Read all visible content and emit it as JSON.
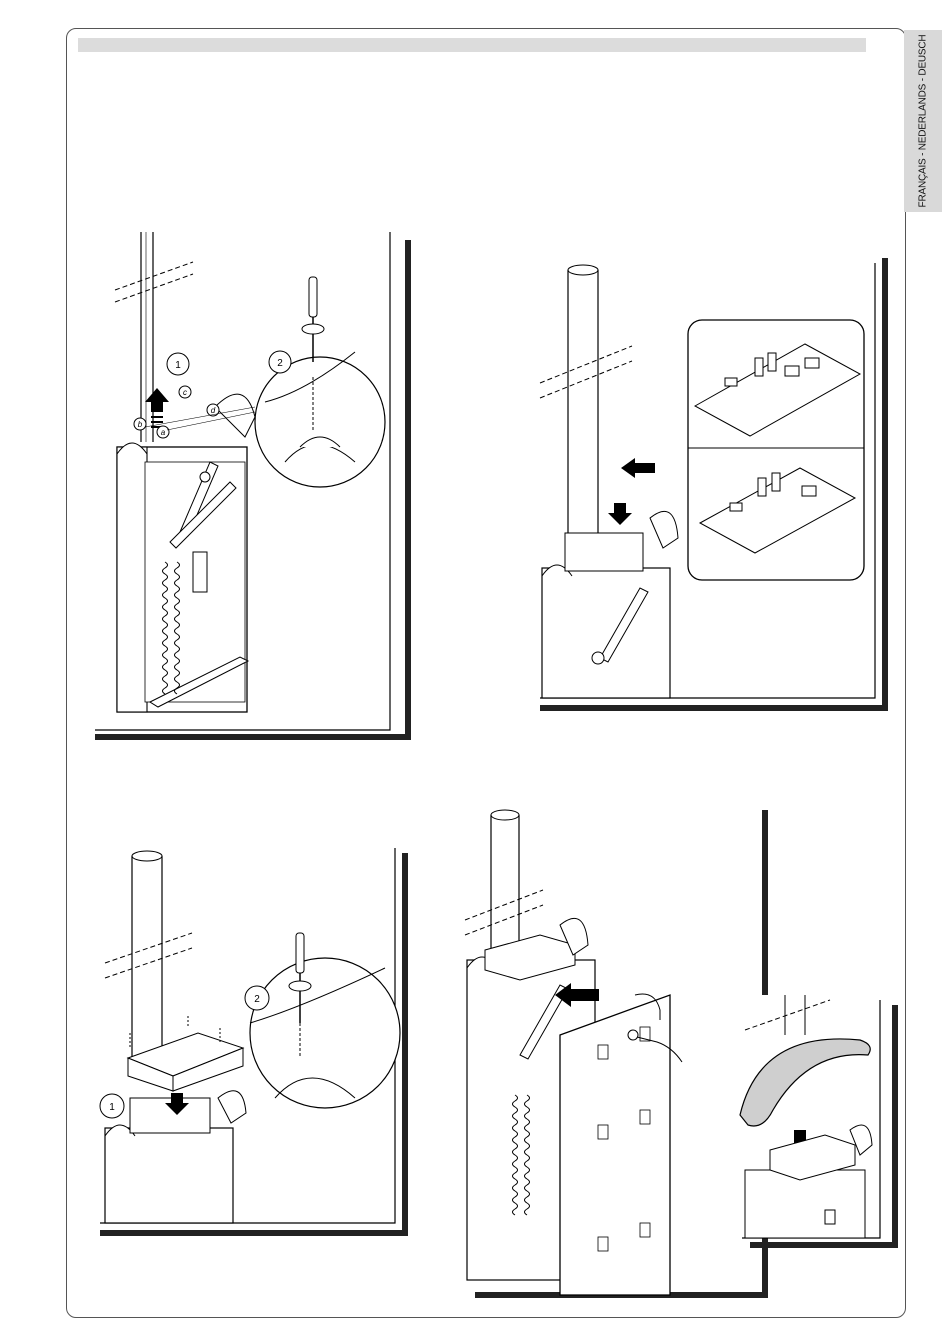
{
  "page": {
    "language_tab": "FRANÇAIS - NEDERLANDS - DEUSCH"
  },
  "figures": {
    "fig1": {
      "labels": [
        "1",
        "2"
      ],
      "hinge_letters": [
        "a",
        "b",
        "c",
        "d"
      ]
    },
    "fig2": {
      "boards": [
        "control board variant 1",
        "control board variant 2"
      ]
    },
    "fig3": {
      "labels": [
        "1",
        "2"
      ]
    },
    "fig4": {},
    "fig5": {}
  }
}
